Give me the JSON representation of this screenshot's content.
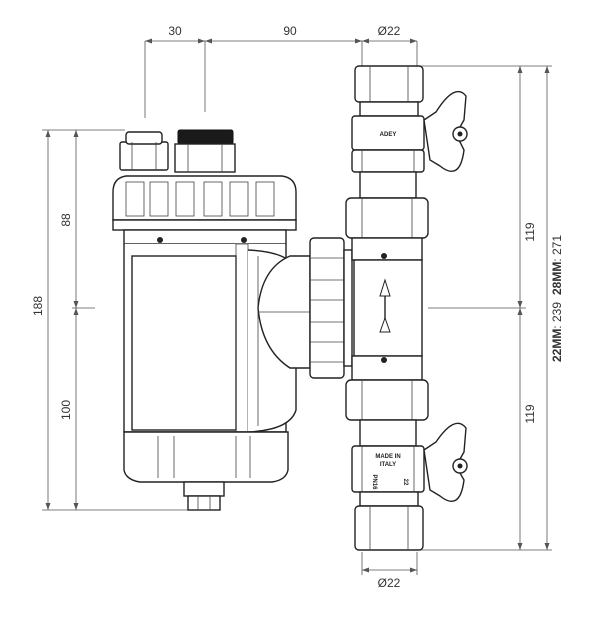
{
  "dimensions": {
    "top_left_width": "30",
    "top_mid_width": "90",
    "top_pipe_diameter": "Ø22",
    "bottom_pipe_diameter": "Ø22",
    "left_total_height": "188",
    "left_upper_height": "88",
    "left_lower_height": "100",
    "right_upper_height": "119",
    "right_lower_height": "119",
    "right_22mm_label": "22MM",
    "right_22mm_value": ": 239",
    "right_28mm_label": "28MM",
    "right_28mm_value": ": 271"
  },
  "markings": {
    "valve_logo": "ADEY",
    "made_in_line1": "MADE IN",
    "made_in_line2": "ITALY",
    "pn_text": "PN16",
    "size_text": "22"
  },
  "colors": {
    "line": "#222222",
    "dimension": "#555555",
    "background": "#ffffff"
  }
}
